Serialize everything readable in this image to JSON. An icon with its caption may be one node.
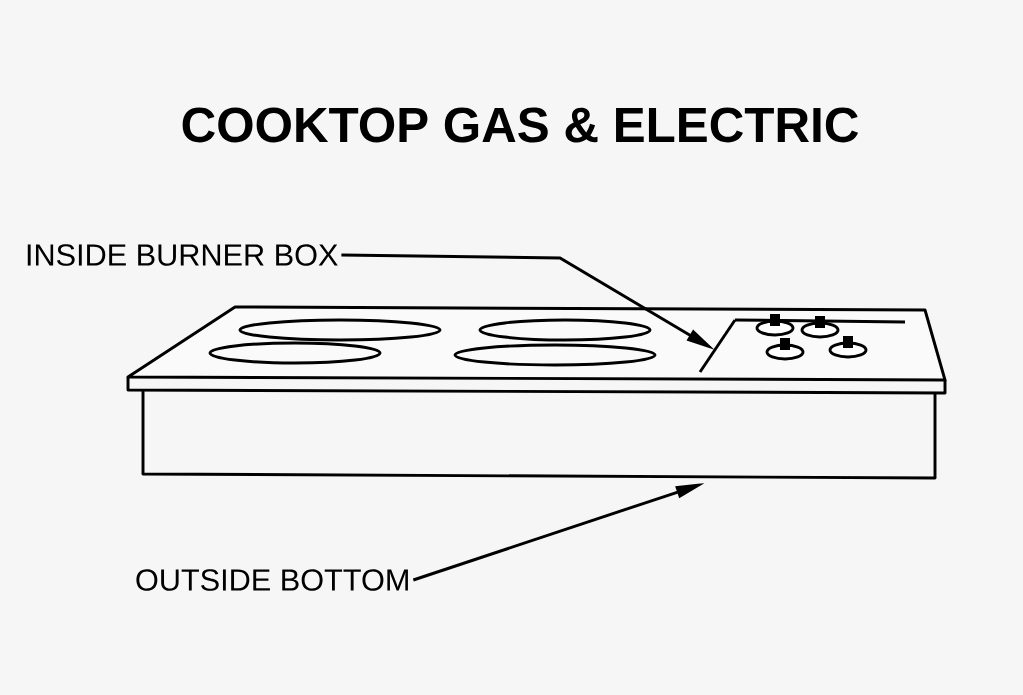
{
  "diagram": {
    "title": "COOKTOP GAS & ELECTRIC",
    "nodes": [
      {
        "text": [
          "INSIDE BURNER BOX"
        ]
      },
      {
        "text": [
          "OUTSIDE BOTTOM"
        ]
      }
    ],
    "edges": [
      {
        "from": 0,
        "to": null,
        "arrow": "to"
      },
      {
        "from": 1,
        "to": null,
        "arrow": "to"
      }
    ]
  }
}
